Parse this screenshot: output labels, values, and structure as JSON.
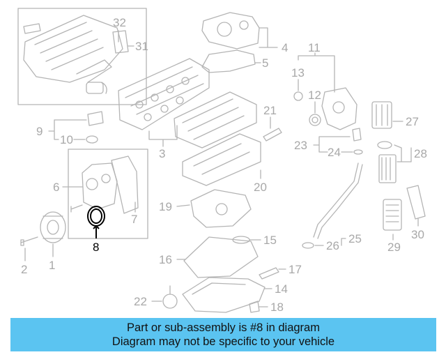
{
  "diagram": {
    "callouts": [
      {
        "number": "1"
      },
      {
        "number": "2"
      },
      {
        "number": "3"
      },
      {
        "number": "4"
      },
      {
        "number": "5"
      },
      {
        "number": "6"
      },
      {
        "number": "7"
      },
      {
        "number": "8"
      },
      {
        "number": "9"
      },
      {
        "number": "10"
      },
      {
        "number": "11"
      },
      {
        "number": "12"
      },
      {
        "number": "13"
      },
      {
        "number": "14"
      },
      {
        "number": "15"
      },
      {
        "number": "16"
      },
      {
        "number": "17"
      },
      {
        "number": "18"
      },
      {
        "number": "19"
      },
      {
        "number": "20"
      },
      {
        "number": "21"
      },
      {
        "number": "22"
      },
      {
        "number": "23"
      },
      {
        "number": "24"
      },
      {
        "number": "25"
      },
      {
        "number": "26"
      },
      {
        "number": "27"
      },
      {
        "number": "28"
      },
      {
        "number": "29"
      },
      {
        "number": "30"
      },
      {
        "number": "31"
      },
      {
        "number": "32"
      }
    ],
    "highlighted_part": "8",
    "line_color": "#b4b4b4",
    "highlight_color": "#000000"
  },
  "banner": {
    "line1": "Part or sub-assembly is #8 in diagram",
    "line2": "Diagram may not be specific to your vehicle",
    "background": "#5bc4f1"
  }
}
